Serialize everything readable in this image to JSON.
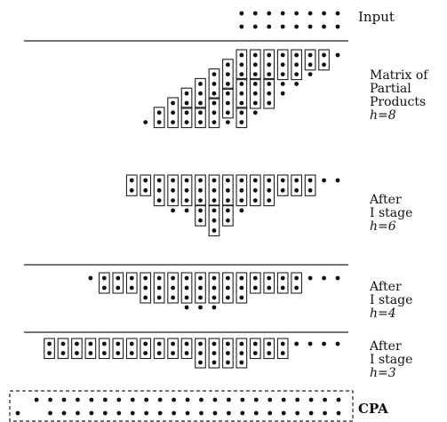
{
  "labels": {
    "input": "Input",
    "matrix": [
      "Matrix of",
      "Partial",
      "Products",
      "h=8"
    ],
    "stage1": [
      "After",
      "I stage",
      "h=6"
    ],
    "stage2": [
      "After",
      "I stage",
      "h=4"
    ],
    "stage3": [
      "After",
      "I stage",
      "h=3"
    ],
    "cpa": "CPA"
  },
  "colors": {
    "dot": "#111111",
    "box": "#222222",
    "line": "#222222"
  },
  "diagram": {
    "sections": [
      {
        "name": "input",
        "columns": [
          {
            "col": 0,
            "count": 2
          },
          {
            "col": 1,
            "count": 2
          },
          {
            "col": 2,
            "count": 2
          },
          {
            "col": 3,
            "count": 2
          },
          {
            "col": 4,
            "count": 2
          },
          {
            "col": 5,
            "count": 2
          },
          {
            "col": 6,
            "count": 2
          },
          {
            "col": 7,
            "count": 2
          }
        ]
      },
      {
        "name": "matrix-of-partial-products",
        "height": 8
      },
      {
        "name": "after-stage-1",
        "height": 6
      },
      {
        "name": "after-stage-2",
        "height": 4
      },
      {
        "name": "after-stage-3",
        "height": 3
      },
      {
        "name": "cpa",
        "rows": 2
      }
    ]
  }
}
